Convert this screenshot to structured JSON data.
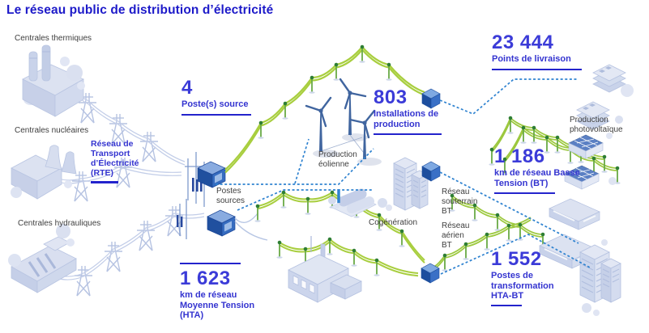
{
  "title": "Le réseau public de distribution d’électricité",
  "labels": {
    "thermal": "Centrales thermiques",
    "nuclear": "Centrales nucléaires",
    "hydro": "Centrales hydrauliques",
    "rte": "Réseau de Transport d’Électricité (RTE)",
    "postes_sources": "Postes sources",
    "eolienne": "Production éolienne",
    "cogeneration": "Cogénération",
    "photovoltaique": "Production photovoltaïque",
    "souterrain": "Réseau souterrain BT",
    "aerien": "Réseau aérien BT"
  },
  "stats": [
    {
      "id": "postes-source",
      "value": "4",
      "label": "Poste(s) source"
    },
    {
      "id": "installations-production",
      "value": "803",
      "label": "Installations de production"
    },
    {
      "id": "points-livraison",
      "value": "23 444",
      "label": "Points de livraison"
    },
    {
      "id": "reseau-bt",
      "value": "1 186",
      "label": "km de réseau Basse Tension (BT)"
    },
    {
      "id": "postes-transformation",
      "value": "1 552",
      "label": "Postes de transformation HTA-BT"
    },
    {
      "id": "reseau-hta",
      "value": "1 623",
      "label": "km de réseau Moyenne Tension (HTA)"
    }
  ],
  "colors": {
    "title_blue": "#1d1ac9",
    "stat_blue": "#3b3bd8",
    "underline_blue": "#2323cc",
    "line_green": "#a8ce3e",
    "dashed_blue": "#2e82d0",
    "structure_gray_blue": "#c6d0e8",
    "box_blue": "#3a70c6"
  }
}
